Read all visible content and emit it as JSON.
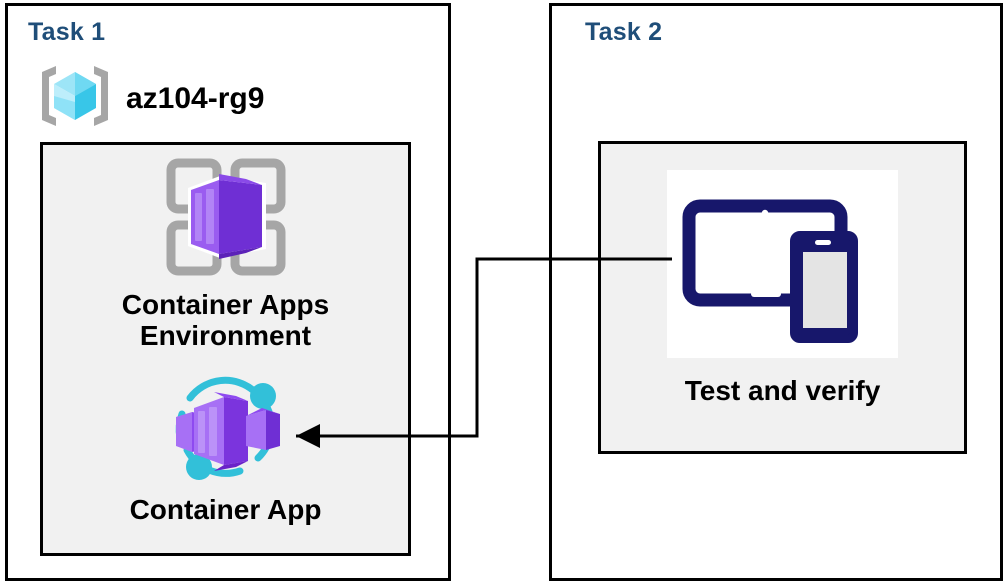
{
  "diagram": {
    "title": "Azure Container Apps task diagram",
    "background": "#ffffff",
    "border_color": "#000000",
    "panel_fill": "#f1f1f1",
    "accent_blue": "#1f4e79",
    "purple": "#7c3fdb",
    "cyan": "#32c0d9",
    "navy": "#17176b",
    "grey": "#a6a6a6"
  },
  "task1": {
    "title": "Task 1",
    "resource_group": {
      "icon": "resource-group-icon",
      "label": "az104-rg9"
    },
    "nodes": [
      {
        "icon": "container-apps-environment-icon",
        "label": "Container Apps\nEnvironment"
      },
      {
        "icon": "container-app-icon",
        "label": "Container App"
      }
    ]
  },
  "task2": {
    "title": "Task 2",
    "nodes": [
      {
        "icon": "devices-test-icon",
        "label": "Test and verify"
      }
    ]
  },
  "connector": {
    "name": "test-to-container-app-arrow",
    "from": "Test and verify",
    "to": "Container App",
    "style": "orthogonal-arrow",
    "color": "#000000"
  }
}
